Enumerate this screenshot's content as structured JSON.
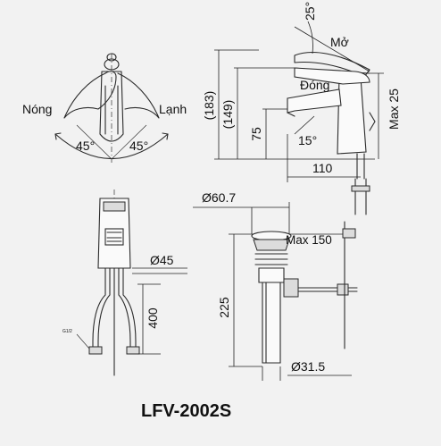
{
  "handle_view": {
    "hot_label": "Nóng",
    "cold_label": "Lạnh",
    "left_angle": "45°",
    "right_angle": "45°"
  },
  "side_view": {
    "open_angle": "25°",
    "open_label": "Mở",
    "closed_label": "Đóng",
    "dim_183": "(183)",
    "dim_149": "(149)",
    "dim_75": "75",
    "spout_angle": "15°",
    "max_25": "Max 25",
    "dim_110": "110"
  },
  "front_view": {
    "dia_45": "Ø45",
    "dim_400": "400",
    "hose_thread": "G1/2"
  },
  "drain_view": {
    "dia_60_7": "Ø60.7",
    "max_150": "Max 150",
    "dim_225": "225",
    "dia_31_5": "Ø31.5"
  },
  "model_number": "LFV-2002S"
}
